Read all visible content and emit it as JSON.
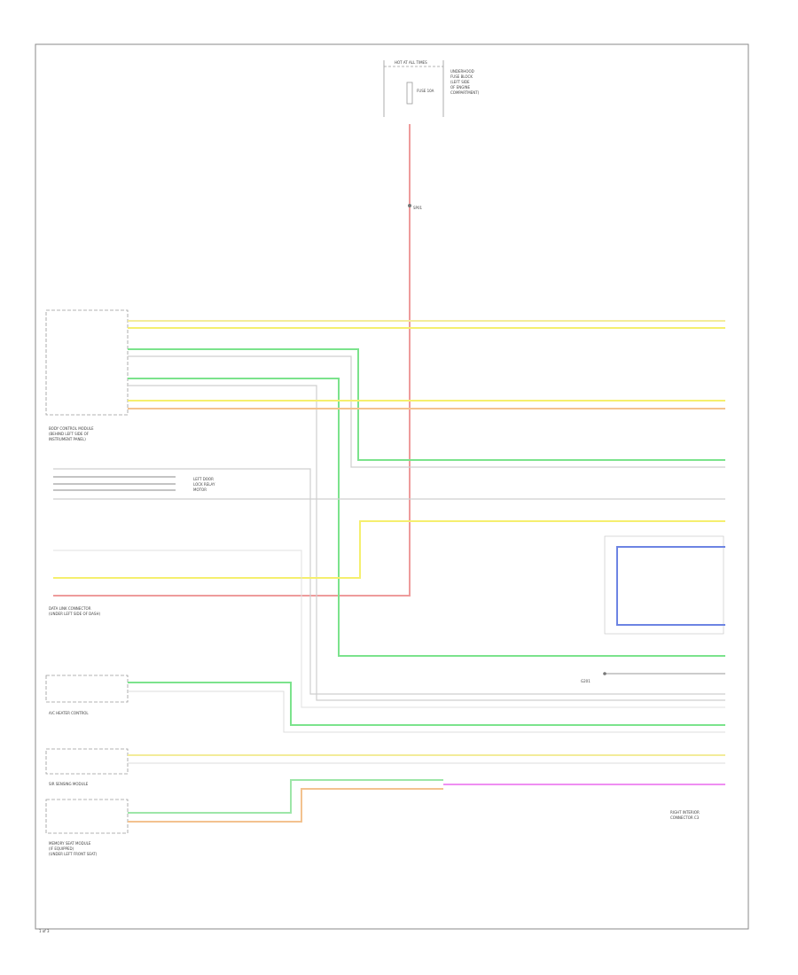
{
  "wire_colors": {
    "yellow": "#f3ec9a",
    "yellow_bright": "#f5ef6e",
    "green": "#7be38c",
    "green_mid": "#9de6a8",
    "orange": "#f3c28f",
    "red": "#ee9b9b",
    "blue": "#6d84e3",
    "pink": "#ef8ef2",
    "gray": "#cfcfcf",
    "black": "#9a9a9a",
    "outline": "#8a8a8a"
  },
  "top": {
    "fuse_block_label": "HOT AT ALL TIMES",
    "fuse_text": "FUSE 10A",
    "note_lines": [
      "UNDERHOOD",
      "FUSE BLOCK",
      "(LEFT SIDE",
      "OF ENGINE",
      "COMPARTMENT)"
    ],
    "splice_label": "SP01"
  },
  "modules": {
    "body_control": [
      "BODY CONTROL MODULE",
      "(BEHIND LEFT SIDE OF",
      "INSTRUMENT PANEL)"
    ],
    "data_link": [
      "DATA LINK CONNECTOR",
      "(UNDER LEFT SIDE OF DASH)"
    ],
    "door_lock": [
      "LEFT DOOR",
      "LOCK RELAY",
      "MOTOR"
    ],
    "hvac": [
      "A/C HEATER CONTROL"
    ],
    "sir": [
      "SIR SENSING MODULE"
    ],
    "seat": [
      "MEMORY SEAT MODULE",
      "(IF EQUIPPED)",
      "(UNDER LEFT FRONT SEAT)"
    ],
    "right_connector": [
      "RIGHT INTERIOR",
      "CONNECTOR C3"
    ],
    "ground_label": "G201",
    "page_ref": "1 of 3"
  }
}
